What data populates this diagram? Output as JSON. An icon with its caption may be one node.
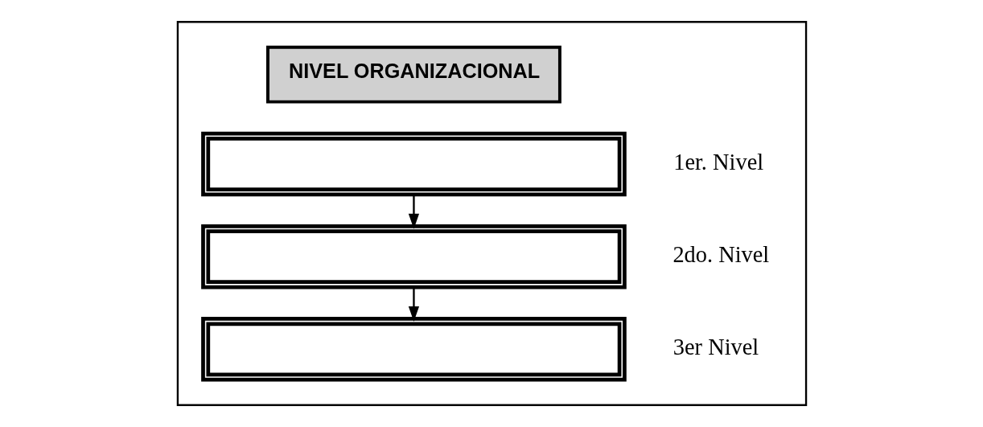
{
  "diagram": {
    "nodes": [
      {
        "text": [],
        "shape": "box"
      },
      {
        "text": [
          "NIVEL ORGANIZACIONAL"
        ],
        "in": 0
      },
      {
        "text": [],
        "shape": "box",
        "beside": [
          "1er. Nivel"
        ],
        "in": 0
      },
      {
        "text": [],
        "shape": "box",
        "beside": [
          "2do. Nivel"
        ],
        "in": 0
      },
      {
        "text": [],
        "shape": "box",
        "beside": [
          "3er Nivel"
        ],
        "in": 0
      }
    ],
    "edges": [
      {
        "from": 2,
        "to": 3,
        "arrow": "to"
      },
      {
        "from": 3,
        "to": 4,
        "arrow": "to"
      }
    ]
  }
}
